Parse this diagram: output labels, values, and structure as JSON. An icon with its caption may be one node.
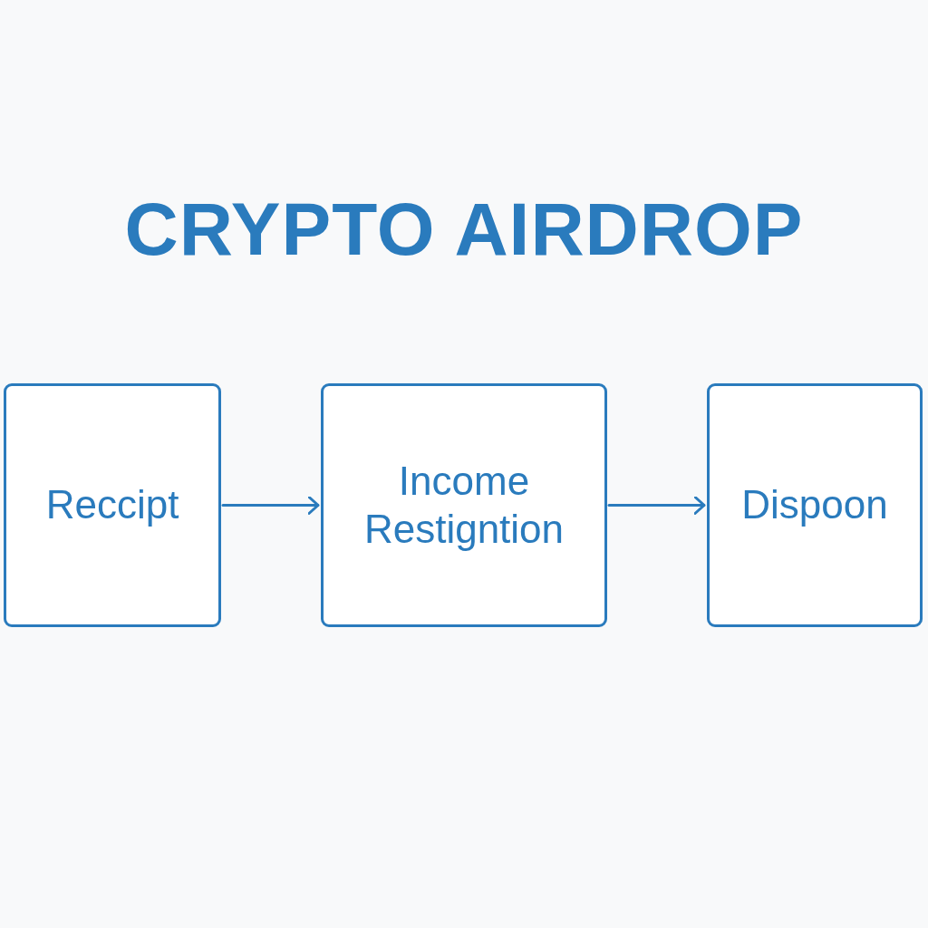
{
  "diagram": {
    "title": "CRYPTO AIRDROP",
    "nodes": [
      {
        "text": [
          "Reccipt"
        ]
      },
      {
        "text": [
          "Income Restigntion"
        ]
      },
      {
        "text": [
          "Dispoon"
        ]
      }
    ],
    "edges": [
      {
        "from": 0,
        "to": 1,
        "arrow": "to"
      },
      {
        "from": 1,
        "to": 2,
        "arrow": "to"
      }
    ]
  }
}
